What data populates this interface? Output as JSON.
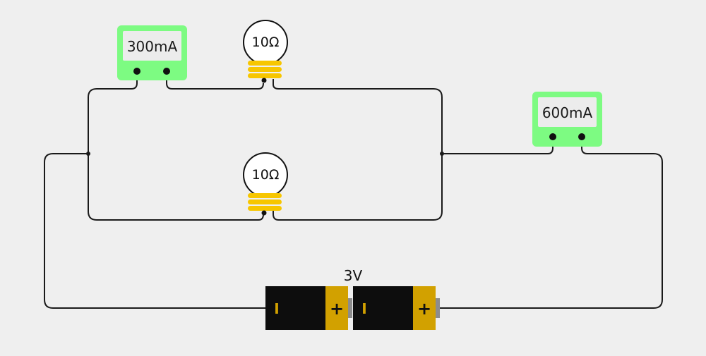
{
  "ammeter_top": {
    "reading": "300mA"
  },
  "ammeter_right": {
    "reading": "600mA"
  },
  "bulb_top": {
    "label": "10Ω"
  },
  "bulb_bottom": {
    "label": "10Ω"
  },
  "battery": {
    "voltage_label": "3V",
    "cell_1": {
      "negative": "I",
      "positive": "+"
    },
    "cell_2": {
      "negative": "I",
      "positive": "+"
    }
  },
  "colors": {
    "background": "#efefef",
    "wire": "#1a1a1a",
    "ammeter_body": "#7dfb82",
    "ammeter_screen": "#ececec",
    "bulb_base": "#f7c600",
    "battery_body": "#0d0d0d",
    "battery_cap": "#d2a100",
    "battery_nub": "#8c8c8c"
  }
}
